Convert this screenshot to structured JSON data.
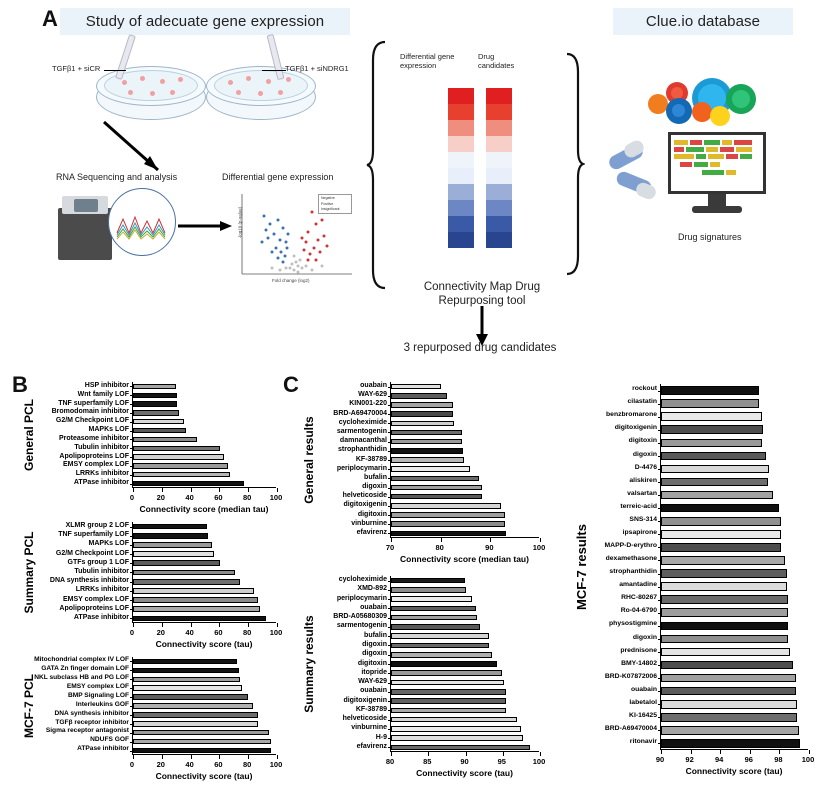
{
  "figure": {
    "panels": {
      "a": "A",
      "b": "B",
      "c": "C"
    }
  },
  "panelA": {
    "title_left": "Study of adecuate gene expression",
    "title_right": "Clue.io database",
    "label_sicr": "TGFβ1 + siCR",
    "label_sindrg1": "TGFβ1 + siNDRG1",
    "rna_seq": "RNA Sequencing and analysis",
    "dge_plot_title": "Differential gene expression",
    "volcano_ylabel": "-log10 (p-value)",
    "volcano_xlabel": "Fold change (log2)",
    "volcano_legend": [
      "Negative",
      "Positive",
      "Insignificant"
    ],
    "heat_label_1": "Differential gene\nexpression",
    "heat_label_1_line1": "Differential gene",
    "heat_label_1_line2": "expression",
    "heat_label_2_line1": "Drug",
    "heat_label_2_line2": "candidates",
    "cmap_tool_line1": "Connectivity Map Drug",
    "cmap_tool_line2": "Repurposing tool",
    "result_text": "3 repurposed drug candidates",
    "drug_signatures": "Drug signatures",
    "heat_colors": [
      "#e02020",
      "#e8402f",
      "#ef8d7f",
      "#f7cfc8",
      "#eef4fa",
      "#e8effa",
      "#9aaed8",
      "#6d86c4",
      "#3a5aa8",
      "#2a4590"
    ]
  },
  "chart_data": [
    {
      "id": "general_pcl",
      "type": "bar",
      "orientation": "horizontal",
      "title": "",
      "ylabel": "General PCL",
      "xlabel": "Connectivity score (median tau)",
      "xlim": [
        0,
        100
      ],
      "xticks": [
        0,
        20,
        40,
        60,
        80,
        100
      ],
      "categories": [
        "HSP inhibitor",
        "Wnt family LOF",
        "TNF superfamily LOF",
        "Bromodomain inhibitor",
        "G2/M Checkpoint LOF",
        "MAPKs LOF",
        "Proteasome inhibitor",
        "Tubulin inhibitor",
        "Apolipoproteins LOF",
        "EMSY complex LOF",
        "LRRKs inhibitor",
        "ATPase inhibitor"
      ],
      "values": [
        29.8,
        30.5,
        30.6,
        31.8,
        35.6,
        37.0,
        44.6,
        60.3,
        63.5,
        66.2,
        67.5,
        77.0
      ],
      "colors": [
        "#a6a6a6",
        "#151515",
        "#151515",
        "#6e6e6e",
        "#d9d9d9",
        "#595959",
        "#8c8c8c",
        "#737373",
        "#d0d0d0",
        "#9a9a9a",
        "#b5b5b5",
        "#111111"
      ]
    },
    {
      "id": "summary_pcl",
      "type": "bar",
      "orientation": "horizontal",
      "title": "",
      "ylabel": "Summary PCL",
      "xlabel": "Connectivity score (tau)",
      "xlim": [
        0,
        100
      ],
      "xticks": [
        0,
        20,
        40,
        60,
        80,
        100
      ],
      "categories": [
        "XLMR group 2 LOF",
        "TNF superfamily LOF",
        "MAPKs LOF",
        "G2/M Checkpoint LOF",
        "GTFs group 1 LOF",
        "Tubulin inhibitor",
        "DNA synthesis inhibitor",
        "LRRKs inhibitor",
        "EMSY complex LOF",
        "Apolipoproteins LOF",
        "ATPase inhibitor"
      ],
      "values": [
        51.5,
        52.3,
        55.2,
        56.0,
        60.5,
        70.5,
        74.5,
        84.0,
        86.5,
        88.5,
        92.5
      ],
      "colors": [
        "#141414",
        "#141414",
        "#9a9a9a",
        "#e0e0e0",
        "#5c5c5c",
        "#8c8c8c",
        "#6e6e6e",
        "#cfcfcf",
        "#8a8a8a",
        "#a8a8a8",
        "#111111"
      ]
    },
    {
      "id": "mcf7_pcl",
      "type": "bar",
      "orientation": "horizontal",
      "title": "",
      "ylabel": "MCF-7 PCL",
      "xlabel": "Connectivity score (tau)",
      "xlim": [
        0,
        100
      ],
      "xticks": [
        0,
        20,
        40,
        60,
        80,
        100
      ],
      "categories": [
        "Mitochondrial complex IV LOF",
        "GATA Zn finger domain LOF",
        "NKL subclass HB and PG LOF",
        "EMSY complex LOF",
        "BMP Signaling LOF",
        "Interleukins GOF",
        "DNA synthesis inhibitor",
        "TGFβ receptor inhibitor",
        "Sigma receptor antagonist",
        "NDUFS GOF",
        "ATPase inhibitor"
      ],
      "values": [
        72.0,
        73.5,
        74.0,
        76.0,
        80.0,
        83.5,
        86.5,
        87.0,
        94.5,
        95.5,
        96.0
      ],
      "colors": [
        "#141414",
        "#141414",
        "#a0a0a0",
        "#e6e6e6",
        "#5e5e5e",
        "#b0b0b0",
        "#6e6e6e",
        "#d6d6d6",
        "#9c9c9c",
        "#a8a8a8",
        "#111111"
      ]
    },
    {
      "id": "general_results",
      "type": "bar",
      "orientation": "horizontal",
      "title": "",
      "ylabel": "General results",
      "xlabel": "Connectivity score (median tau)",
      "xlim": [
        70,
        100
      ],
      "xticks": [
        70,
        80,
        90,
        100
      ],
      "categories": [
        "ouabain",
        "WAY-629",
        "KIN001-220",
        "BRD-A69470004",
        "cycloheximide",
        "sarmentogenin",
        "damnacanthal",
        "strophanthidin",
        "KF-38789",
        "periplocymarin",
        "bufalin",
        "digoxin",
        "helveticoside",
        "digitoxigenin",
        "digitoxin",
        "vinburnine",
        "efavirenz"
      ],
      "values": [
        80.1,
        81.3,
        82.4,
        82.5,
        82.6,
        84.2,
        84.3,
        84.4,
        84.6,
        86.0,
        87.7,
        88.3,
        88.4,
        92.2,
        92.9,
        93.0,
        93.1
      ],
      "colors": [
        "#e0e0e0",
        "#5c5c5c",
        "#a5a5a5",
        "#4a4a4a",
        "#cfcfcf",
        "#6e6e6e",
        "#9a9a9a",
        "#121212",
        "#b8b8b8",
        "#ececec",
        "#6a6a6a",
        "#a0a0a0",
        "#5a5a5a",
        "#d4d4d4",
        "#9e9e9e",
        "#8c8c8c",
        "#121212"
      ]
    },
    {
      "id": "summary_results",
      "type": "bar",
      "orientation": "horizontal",
      "title": "",
      "ylabel": "Summary results",
      "xlabel": "Connectivity score (tau)",
      "xlim": [
        80,
        100
      ],
      "xticks": [
        80,
        85,
        90,
        95,
        100
      ],
      "categories": [
        "cycloheximide",
        "XMD-892",
        "periplocymarin",
        "ouabain",
        "BRD-A05680309",
        "sarmentogenin",
        "bufalin",
        "digoxin",
        "digoxin",
        "digitoxin",
        "itopride",
        "WAY-629",
        "ouabain",
        "digitoxigenin",
        "KF-38789",
        "helveticoside",
        "vinburnine",
        "H-9",
        "efavirenz"
      ],
      "values": [
        89.9,
        90.1,
        90.9,
        91.4,
        91.5,
        91.9,
        93.1,
        93.2,
        93.6,
        94.2,
        94.9,
        95.2,
        95.4,
        95.4,
        95.5,
        96.9,
        97.4,
        97.7,
        98.7
      ],
      "colors": [
        "#1a1a1a",
        "#8c8c8c",
        "#ececec",
        "#5e5e5e",
        "#a0a0a0",
        "#5a5a5a",
        "#d4d4d4",
        "#6a6a6a",
        "#b0b0b0",
        "#101010",
        "#9a9a9a",
        "#e4e4e4",
        "#656565",
        "#606060",
        "#a8a8a8",
        "#d8d8d8",
        "#ededed",
        "#e0e0e0",
        "#6a6a6a"
      ]
    },
    {
      "id": "mcf7_results",
      "type": "bar",
      "orientation": "horizontal",
      "title": "",
      "ylabel": "MCF-7 results",
      "xlabel": "Connectivity score (tau)",
      "xlim": [
        90,
        100
      ],
      "xticks": [
        90,
        92,
        94,
        96,
        98,
        100
      ],
      "categories": [
        "rockout",
        "cilastatin",
        "benzbromarone",
        "digitoxigenin",
        "digitoxin",
        "digoxin",
        "D-4476",
        "aliskiren",
        "valsartan",
        "terreic-acid",
        "SNS-314",
        "ipsapirone",
        "MAPP-D-erythro",
        "dexamethasone",
        "strophanthidin",
        "amantadine",
        "RHC-80267",
        "Ro-04-6790",
        "physostigmine",
        "digoxin",
        "prednisone",
        "BMY-14802",
        "BRD-K07872006",
        "ouabain",
        "labetalol",
        "KI-16425",
        "BRD-A69470004",
        "ritonavir"
      ],
      "values": [
        96.6,
        96.6,
        96.8,
        96.9,
        96.8,
        97.1,
        97.3,
        97.2,
        97.6,
        98.0,
        98.1,
        98.1,
        98.1,
        98.4,
        98.5,
        98.5,
        98.6,
        98.6,
        98.6,
        98.6,
        98.7,
        98.9,
        99.1,
        99.1,
        99.2,
        99.2,
        99.3,
        99.4
      ],
      "colors": [
        "#101010",
        "#909090",
        "#e8e8e8",
        "#4e4e4e",
        "#9a9a9a",
        "#5a5a5a",
        "#d8d8d8",
        "#6e6e6e",
        "#a2a2a2",
        "#101010",
        "#909090",
        "#e8e8e8",
        "#4e4e4e",
        "#a8a8a8",
        "#5e5e5e",
        "#dcdcdc",
        "#6a6a6a",
        "#9e9e9e",
        "#101010",
        "#8e8e8e",
        "#e4e4e4",
        "#4e4e4e",
        "#a0a0a0",
        "#5c5c5c",
        "#dcdcdc",
        "#6e6e6e",
        "#a4a4a4",
        "#101010"
      ]
    }
  ]
}
